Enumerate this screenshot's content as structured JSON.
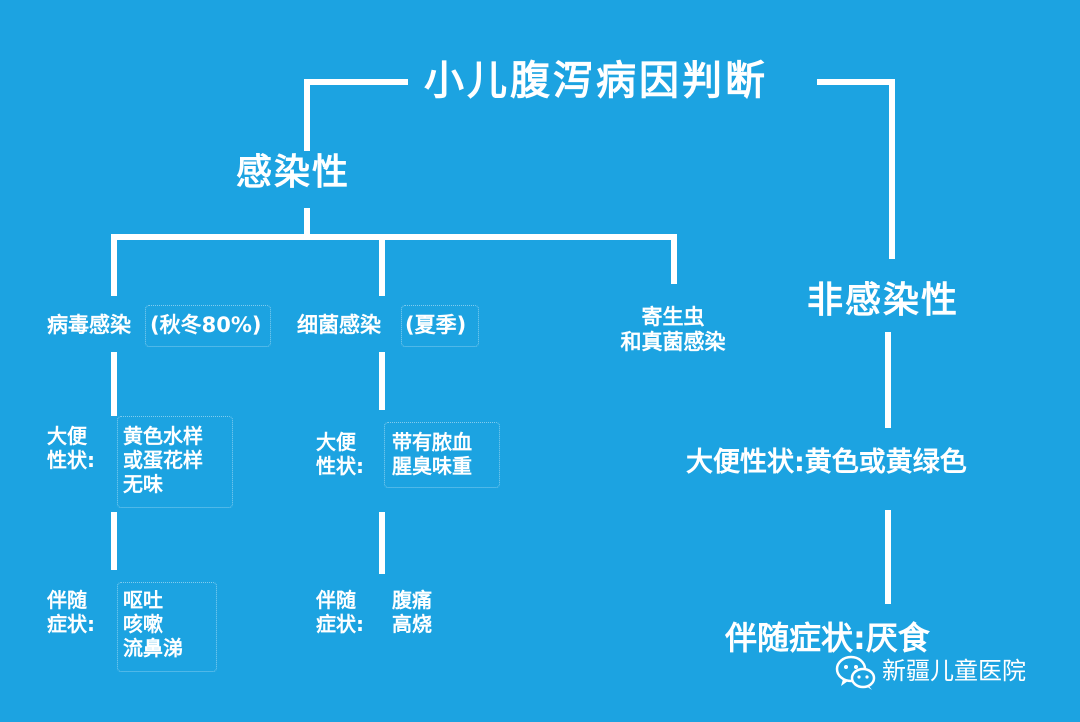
{
  "title": "小儿腹泻病因判断",
  "infectious": {
    "label": "感染性",
    "viral": {
      "label": "病毒感染",
      "season": "(秋冬80%)",
      "stool_label": [
        "大便",
        "性状:"
      ],
      "stool_desc": [
        "黄色水样",
        "或蛋花样",
        "无味"
      ],
      "symptom_label": [
        "伴随",
        "症状:"
      ],
      "symptom_desc": [
        "呕吐",
        "咳嗽",
        "流鼻涕"
      ]
    },
    "bacterial": {
      "label": "细菌感染",
      "season": "(夏季)",
      "stool_label": [
        "大便",
        "性状:"
      ],
      "stool_desc": [
        "带有脓血",
        "腥臭味重"
      ],
      "symptom_label": [
        "伴随",
        "症状:"
      ],
      "symptom_desc": [
        "腹痛",
        "高烧"
      ]
    },
    "parasite": {
      "label": [
        "寄生虫",
        "和真菌感染"
      ]
    }
  },
  "non_infectious": {
    "label": "非感染性",
    "stool": "大便性状:黄色或黄绿色",
    "symptom": "伴随症状:厌食"
  },
  "watermark": {
    "text": "新疆儿童医院",
    "icon": "wechat-icon"
  }
}
